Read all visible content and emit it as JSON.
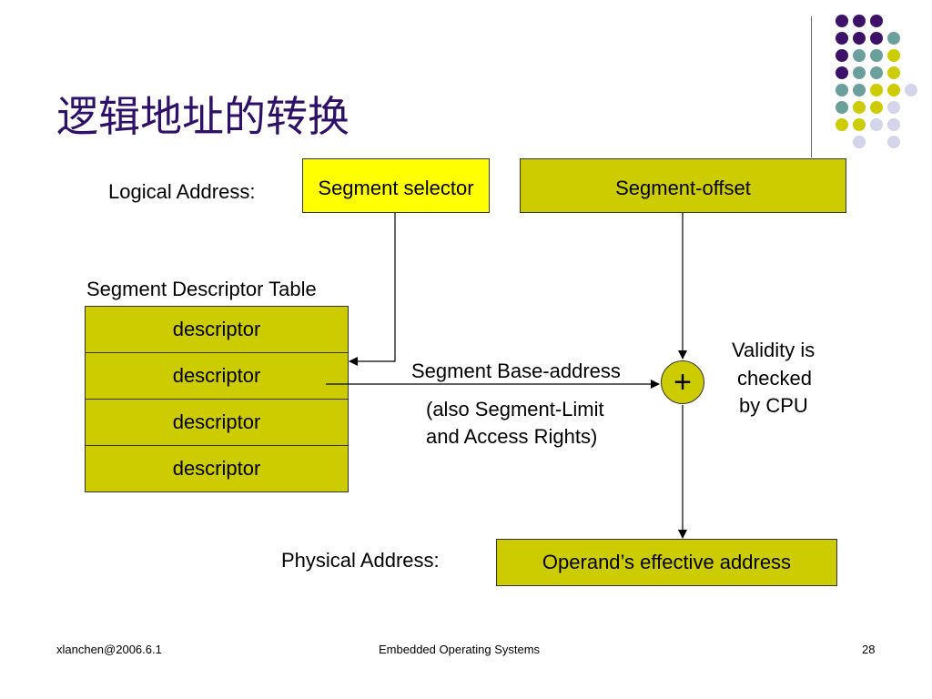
{
  "slide": {
    "title": "逻辑地址的转换",
    "logical_address_label": "Logical Address:",
    "segment_selector": "Segment selector",
    "segment_offset": "Segment-offset",
    "table_label": "Segment Descriptor Table",
    "descriptors": [
      "descriptor",
      "descriptor",
      "descriptor",
      "descriptor"
    ],
    "base_address_label": "Segment Base-address",
    "also_label_line1": "(also Segment-Limit",
    "also_label_line2": "and Access Rights)",
    "plus_symbol": "+",
    "validity_line1": "Validity is",
    "validity_line2": "checked",
    "validity_line3": "by CPU",
    "physical_address_label": "Physical Address:",
    "effective_address": "Operand’s effective address"
  },
  "footer": {
    "author": "xlanchen@2006.6.1",
    "course": "Embedded Operating Systems",
    "page_number": "28"
  },
  "colors": {
    "title": "#2e1069",
    "olive": "#cccc00",
    "yellow": "#ffff00",
    "purple_dot": "#3d1168",
    "teal_dot": "#6b9f9b",
    "olive_dot": "#cccc00",
    "lavender_dot": "#d4d4ea"
  }
}
